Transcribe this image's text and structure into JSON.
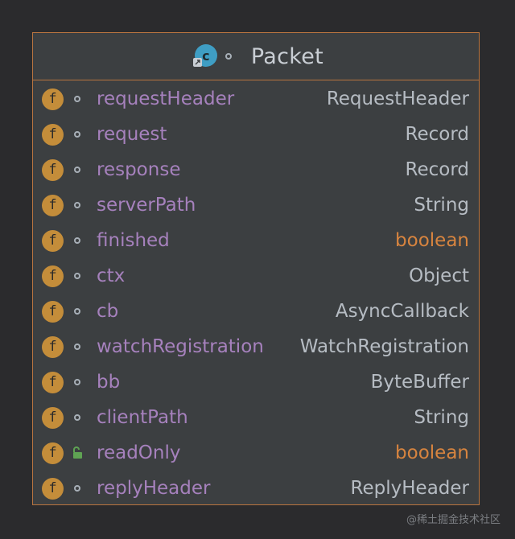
{
  "class": {
    "name": "Packet",
    "icon_letter": "c"
  },
  "field_icon_letter": "f",
  "colors": {
    "border": "#b8743f",
    "field_name": "#a681bd",
    "type": "#b6bcc3",
    "primitive_type": "#d7843f",
    "class_icon": "#3f9ec4",
    "field_icon": "#c48d3a",
    "lock": "#5fa353"
  },
  "fields": [
    {
      "name": "requestHeader",
      "type": "RequestHeader",
      "primitive": false,
      "visibility": "package"
    },
    {
      "name": "request",
      "type": "Record",
      "primitive": false,
      "visibility": "package"
    },
    {
      "name": "response",
      "type": "Record",
      "primitive": false,
      "visibility": "package"
    },
    {
      "name": "serverPath",
      "type": "String",
      "primitive": false,
      "visibility": "package"
    },
    {
      "name": "finished",
      "type": "boolean",
      "primitive": true,
      "visibility": "package"
    },
    {
      "name": "ctx",
      "type": "Object",
      "primitive": false,
      "visibility": "package"
    },
    {
      "name": "cb",
      "type": "AsyncCallback",
      "primitive": false,
      "visibility": "package"
    },
    {
      "name": "watchRegistration",
      "type": "WatchRegistration",
      "primitive": false,
      "visibility": "package"
    },
    {
      "name": "bb",
      "type": "ByteBuffer",
      "primitive": false,
      "visibility": "package"
    },
    {
      "name": "clientPath",
      "type": "String",
      "primitive": false,
      "visibility": "package"
    },
    {
      "name": "readOnly",
      "type": "boolean",
      "primitive": true,
      "visibility": "public"
    },
    {
      "name": "replyHeader",
      "type": "ReplyHeader",
      "primitive": false,
      "visibility": "package"
    }
  ],
  "watermark": "@稀土掘金技术社区"
}
